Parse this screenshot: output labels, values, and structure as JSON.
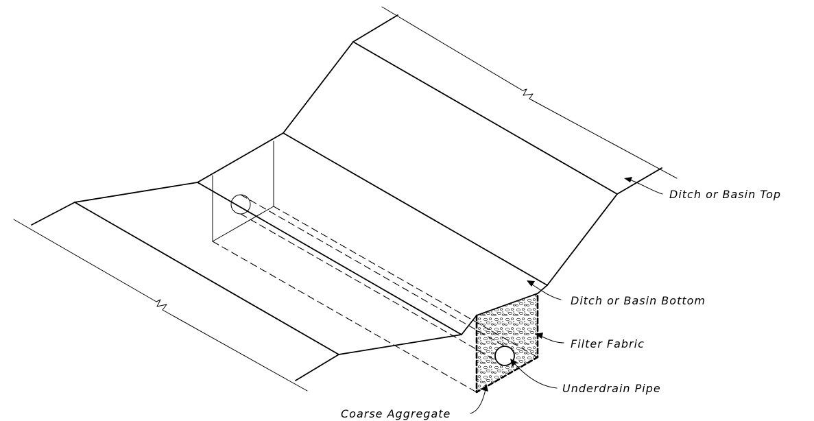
{
  "labels": {
    "ditch_top": "Ditch or Basin Top",
    "ditch_bottom": "Ditch or Basin Bottom",
    "filter_fabric": "Filter Fabric",
    "underdrain_pipe": "Underdrain Pipe",
    "coarse_aggregate": "Coarse Aggregate"
  },
  "colors": {
    "line": "#000000",
    "background": "#ffffff"
  }
}
